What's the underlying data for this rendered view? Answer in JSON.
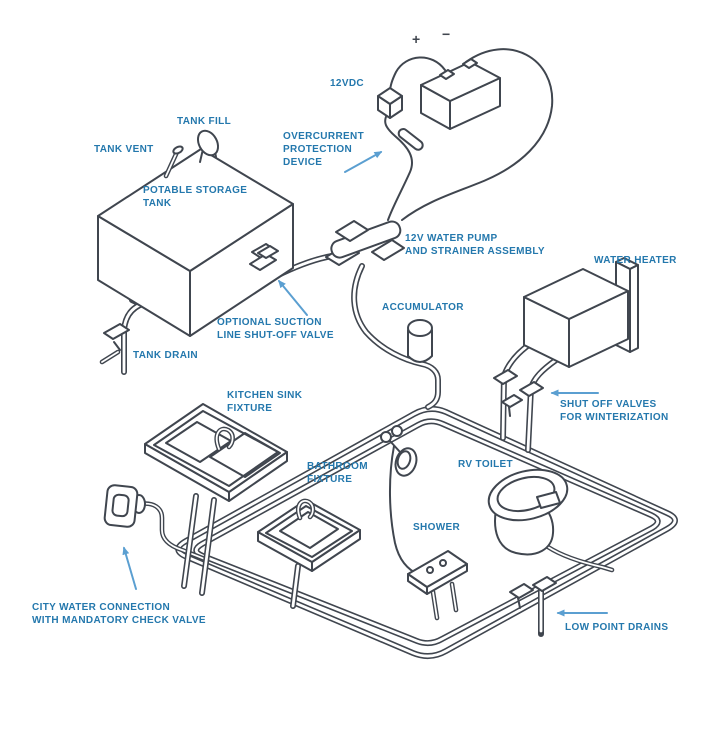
{
  "figure": {
    "type": "diagram",
    "subject": "RV fresh water plumbing and pump system"
  },
  "colors": {
    "label_text": "#2478ad",
    "arrow": "#5b9fd1",
    "line_art": "#40464f",
    "background": "#ffffff"
  },
  "labels": {
    "dc_supply": {
      "text": "12VDC"
    },
    "battery_plus": {
      "text": "+"
    },
    "battery_minus": {
      "text": "−"
    },
    "tank_fill": {
      "text": "TANK FILL"
    },
    "tank_vent": {
      "text": "TANK VENT"
    },
    "potable_tank": {
      "line1": "POTABLE STORAGE",
      "line2": "TANK"
    },
    "overcurrent": {
      "line1": "OVERCURRENT",
      "line2": "PROTECTION",
      "line3": "DEVICE"
    },
    "pump": {
      "line1": "12V WATER PUMP",
      "line2": "AND STRAINER ASSEMBLY"
    },
    "water_heater": {
      "text": "WATER HEATER"
    },
    "optional_suction": {
      "line1": "OPTIONAL SUCTION",
      "line2": "LINE SHUT-OFF VALVE"
    },
    "accumulator": {
      "text": "ACCUMULATOR"
    },
    "tank_drain": {
      "text": "TANK DRAIN"
    },
    "winterization": {
      "line1": "SHUT OFF VALVES",
      "line2": "FOR WINTERIZATION"
    },
    "kitchen_sink": {
      "line1": "KITCHEN SINK",
      "line2": "FIXTURE"
    },
    "bathroom": {
      "line1": "BATHROOM",
      "line2": "FIXTURE"
    },
    "rv_toilet": {
      "text": "RV TOILET"
    },
    "shower": {
      "text": "SHOWER"
    },
    "city_water": {
      "line1": "CITY WATER CONNECTION",
      "line2": "WITH MANDATORY CHECK VALVE"
    },
    "low_point_drains": {
      "text": "LOW POINT DRAINS"
    }
  }
}
